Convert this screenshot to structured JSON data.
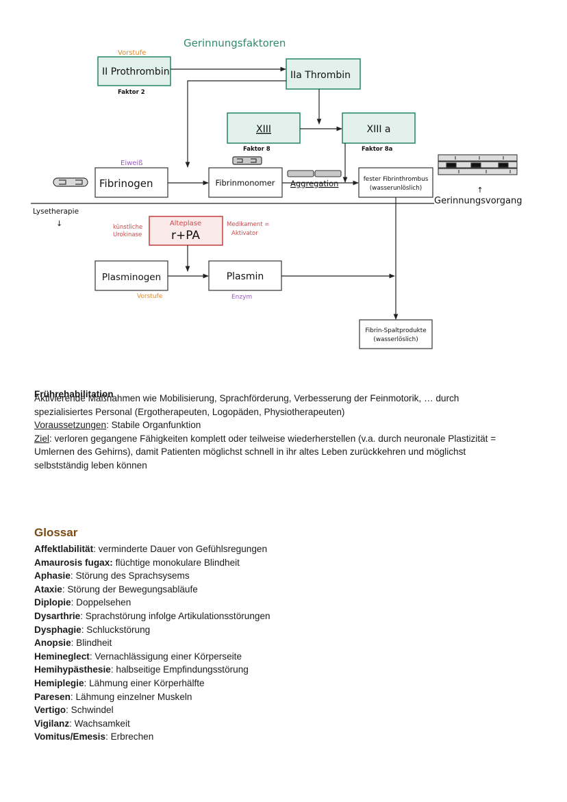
{
  "diagram": {
    "title": "Gerinnungsfaktoren",
    "prothrombin": {
      "label": "II Prothrombin",
      "above": "Vorstufe",
      "below": "Faktor 2"
    },
    "thrombin": {
      "label": "IIa Thrombin"
    },
    "factor13": {
      "label": "XIII",
      "below": "Faktor 8"
    },
    "factor13a": {
      "label": "XIII a",
      "below": "Faktor 8a"
    },
    "fibrinogen": {
      "label": "Fibrinogen",
      "above": "Eiweiß"
    },
    "fibrinmonomer": {
      "label": "Fibrinmonomer"
    },
    "aggregation": "Aggregation",
    "thrombus": {
      "line1": "fester Fibrinthrombus",
      "line2": "(wasserunlöslich)"
    },
    "gerinnung": "Gerinnungsvorgang",
    "lyse": "Lysetherapie",
    "alteplase": {
      "line1": "Alteplase",
      "line2": "r+PA"
    },
    "left_note": {
      "line1": "künstliche",
      "line2": "Urokinase"
    },
    "right_note": {
      "line1": "Medikament =",
      "line2": "Aktivator"
    },
    "plasminogen": {
      "label": "Plasminogen",
      "below": "Vorstufe"
    },
    "plasmin": {
      "label": "Plasmin",
      "below": "Enzym"
    },
    "spalt": {
      "line1": "Fibrin-Spaltprodukte",
      "line2": "(wasserlöslich)"
    },
    "colors": {
      "teal": "#2f8a6e",
      "teal_fill": "#e3f1ec",
      "red": "#c9484a",
      "red_fill": "#fbeaea",
      "orange": "#e08a2a",
      "purple": "#9b59c2"
    }
  },
  "section": {
    "title": "Frührehabilitation",
    "line1": "Aktivierende Maßnahmen wie Mobilisierung, Sprachförderung, Verbesserung der Feinmotorik, … durch",
    "line2": "spezialisiertes Personal (Ergotherapeuten, Logopäden, Physiotherapeuten)",
    "req_label": "Voraussetzungen",
    "req_text": ": Stabile Organfunktion",
    "goal_label": "Ziel",
    "goal_line1": ": verloren gegangene Fähigkeiten komplett oder teilweise wiederherstellen (v.a. durch neuronale Plastizität =",
    "goal_line2": "Umlernen des Gehirns), damit Patienten möglichst schnell in ihr altes Leben zurückkehren und möglichst",
    "goal_line3": "selbstständig leben können"
  },
  "glossary": {
    "title": "Glossar",
    "items": [
      {
        "term": "Affektlabilität",
        "def": ": verminderte Dauer von Gefühlsregungen"
      },
      {
        "term": "Amaurosis fugax:",
        "def": " flüchtige monokulare Blindheit"
      },
      {
        "term": "Aphasie",
        "def": ": Störung des Sprachsysems"
      },
      {
        "term": "Ataxie",
        "def": ": Störung der Bewegungsabläufe"
      },
      {
        "term": "Diplopie",
        "def": ": Doppelsehen"
      },
      {
        "term": "Dysarthrie",
        "def": ": Sprachstörung infolge Artikulationsstörungen"
      },
      {
        "term": "Dysphagie",
        "def": ": Schluckstörung"
      },
      {
        "term": "Anopsie",
        "def": ": Blindheit"
      },
      {
        "term": "Hemineglect",
        "def": ": Vernachlässigung einer Körperseite"
      },
      {
        "term": "Hemihypästhesie",
        "def": ": halbseitige Empfindungsstörung"
      },
      {
        "term": "Hemiplegie",
        "def": ": Lähmung einer Körperhälfte"
      },
      {
        "term": "Paresen",
        "def": ": Lähmung einzelner Muskeln"
      },
      {
        "term": "Vertigo",
        "def": ": Schwindel"
      },
      {
        "term": "Vigilanz",
        "def": ": Wachsamkeit"
      },
      {
        "term": "Vomitus/Emesis",
        "def": ": Erbrechen"
      }
    ]
  }
}
